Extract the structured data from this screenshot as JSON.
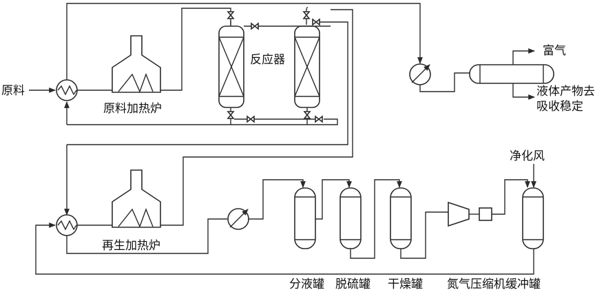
{
  "labels": {
    "feed": "原料",
    "feed_heater": "原料加热炉",
    "reactors": "反应器",
    "rich_gas": "富气",
    "liquid_product_line1": "液体产物去",
    "liquid_product_line2": "吸收稳定",
    "regen_heater": "再生加热炉",
    "purified_air": "净化风",
    "knockout_drum": "分液罐",
    "desulfurization_tank": "脱硫罐",
    "drying_tank": "干燥罐",
    "nitrogen_compressor_buffer": "氮气压缩机缓冲罐"
  },
  "colors": {
    "line": "#2a2a2a",
    "background": "#ffffff"
  }
}
